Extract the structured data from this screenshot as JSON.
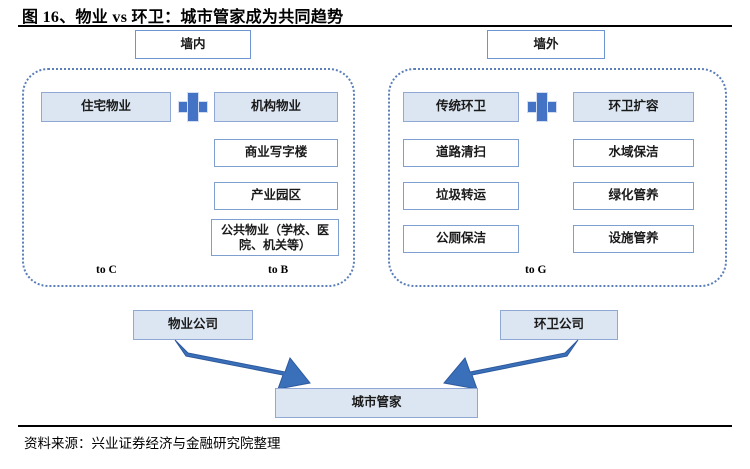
{
  "figure": {
    "title": "图 16、物业 vs 环卫：城市管家成为共同趋势",
    "source": "资料来源：兴业证券经济与金融研究院整理"
  },
  "headers": {
    "left": "墙内",
    "right": "墙外"
  },
  "left_group": {
    "segment_labels": {
      "to_c": "to C",
      "to_b": "to B"
    },
    "primary": {
      "to_c": "住宅物业",
      "to_b": "机构物业"
    },
    "plus_icon": "plus-icon",
    "to_b_children": [
      "商业写字楼",
      "产业园区",
      "公共物业（学校、医院、机关等）"
    ]
  },
  "right_group": {
    "segment_labels": {
      "to_g": "to G"
    },
    "primary": {
      "traditional": "传统环卫",
      "expansion": "环卫扩容"
    },
    "plus_icon": "plus-icon",
    "traditional_children": [
      "道路清扫",
      "垃圾转运",
      "公厕保洁"
    ],
    "expansion_children": [
      "水域保洁",
      "绿化管养",
      "设施管养"
    ]
  },
  "bottom": {
    "left_company": "物业公司",
    "right_company": "环卫公司",
    "convergence": "城市管家",
    "arrow_left_icon": "arrow-down-right-icon",
    "arrow_right_icon": "arrow-down-left-icon"
  },
  "colors": {
    "accent_blue": "#4472c4",
    "box_border": "#7f9fd0",
    "box_fill": "#dce6f2",
    "dotted_border": "#5a7fb8",
    "rule": "#000000"
  }
}
